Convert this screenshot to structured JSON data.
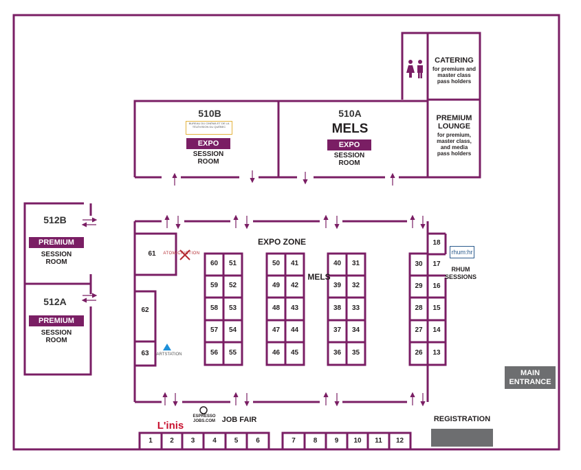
{
  "rooms": {
    "r510b": {
      "number": "510B",
      "badge": "EXPO",
      "line1": "SESSION",
      "line2": "ROOM",
      "logo_text": "BUREAU DU CINÉMA ET DE LA TÉLÉVISION DU QUÉBEC"
    },
    "r510a": {
      "number": "510A",
      "sponsor": "MELS",
      "badge": "EXPO",
      "line1": "SESSION",
      "line2": "ROOM"
    },
    "r512b": {
      "number": "512B",
      "badge": "PREMIUM",
      "line1": "SESSION",
      "line2": "ROOM"
    },
    "r512a": {
      "number": "512A",
      "badge": "PREMIUM",
      "line1": "SESSION",
      "line2": "ROOM"
    }
  },
  "catering": {
    "title": "CATERING",
    "line1": "for premium and",
    "line2": "master class",
    "line3": "pass holders"
  },
  "lounge": {
    "title1": "PREMIUM",
    "title2": "LOUNGE",
    "line1": "for premium,",
    "line2": "master class,",
    "line3": "and media",
    "line4": "pass holders"
  },
  "expo_zone": {
    "title": "EXPO ZONE",
    "sponsor": "MELS"
  },
  "logos": {
    "atomic": "ATOMICFICTION",
    "artstation": "ARTSTATION",
    "rhum": "rhum:hr",
    "linis": "L'inis",
    "espresso1": "ESPRESSO",
    "espresso2": "JOBS.COM"
  },
  "rhum_sessions": {
    "line1": "RHUM",
    "line2": "SESSIONS"
  },
  "booths": {
    "b61": "61",
    "b62": "62",
    "b63": "63",
    "b60": "60",
    "b51": "51",
    "b59": "59",
    "b52": "52",
    "b58": "58",
    "b53": "53",
    "b57": "57",
    "b54": "54",
    "b56": "56",
    "b55": "55",
    "b50": "50",
    "b41": "41",
    "b49": "49",
    "b42": "42",
    "b48": "48",
    "b43": "43",
    "b47": "47",
    "b44": "44",
    "b46": "46",
    "b45": "45",
    "b40": "40",
    "b31": "31",
    "b39": "39",
    "b32": "32",
    "b38": "38",
    "b33": "33",
    "b37": "37",
    "b34": "34",
    "b36": "36",
    "b35": "35",
    "b18": "18",
    "b30": "30",
    "b17": "17",
    "b29": "29",
    "b16": "16",
    "b28": "28",
    "b15": "15",
    "b27": "27",
    "b14": "14",
    "b26": "26",
    "b13": "13"
  },
  "job_fair": {
    "title": "JOB FAIR",
    "booths": [
      "1",
      "2",
      "3",
      "4",
      "5",
      "6",
      "7",
      "8",
      "9",
      "10",
      "11",
      "12"
    ]
  },
  "registration": "REGISTRATION",
  "main_entrance": {
    "line1": "MAIN",
    "line2": "ENTRANCE"
  },
  "colors": {
    "wall": "#7a1e64",
    "badge": "#7a1e64",
    "gray_box": "#6d6e70"
  }
}
